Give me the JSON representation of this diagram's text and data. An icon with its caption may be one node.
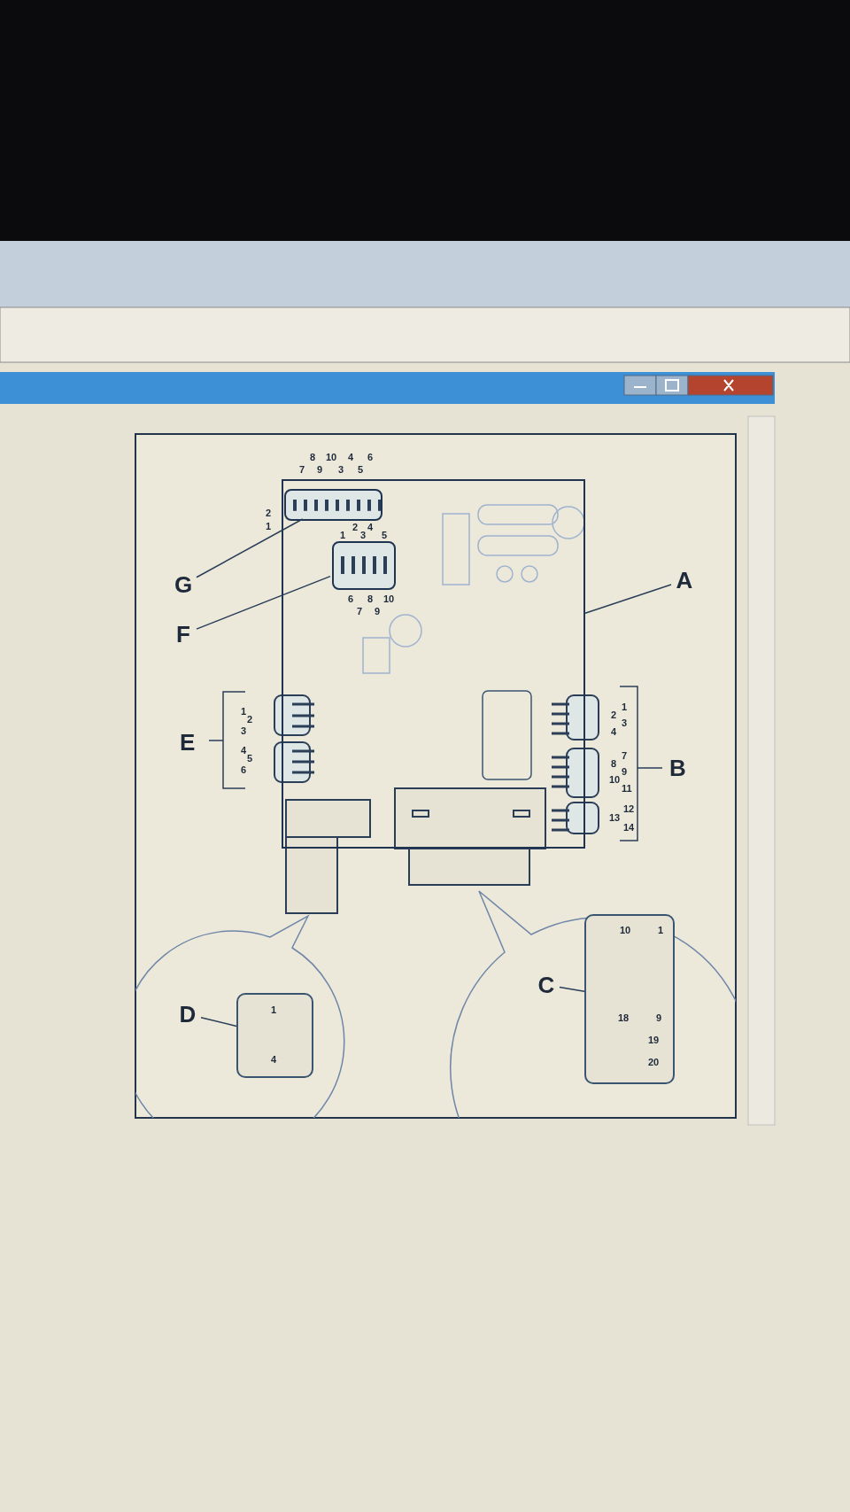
{
  "diagram": {
    "nodes": [
      {
        "text": [],
        "shape": "box"
      },
      {
        "text": [],
        "shape": "box",
        "in": 0
      },
      {
        "text": [],
        "shape": "box",
        "in": 0
      },
      {
        "text": [
          "G"
        ]
      },
      {
        "text": [
          "A"
        ]
      },
      {
        "text": [
          "F"
        ]
      },
      {
        "text": [],
        "shape": "box"
      },
      {
        "text": [],
        "shape": "box"
      },
      {
        "text": [
          "C"
        ]
      },
      {
        "text": [
          "D"
        ]
      }
    ],
    "edges": [
      {
        "from": 3,
        "to": 1,
        "arrow": "none"
      },
      {
        "from": 4,
        "to": 0,
        "arrow": "none"
      },
      {
        "from": 5,
        "to": 2,
        "arrow": "none"
      },
      {
        "from": 8,
        "to": 6,
        "arrow": "none"
      },
      {
        "from": 9,
        "to": 7,
        "arrow": "none"
      }
    ],
    "labels": [
      "8",
      "10",
      "4",
      "6",
      "7",
      "9",
      "3",
      "5",
      "2",
      "1",
      "2",
      "4",
      "1",
      "3",
      "5",
      "6",
      "8",
      "10",
      "7",
      "9",
      "E",
      "1",
      "2",
      "3",
      "4",
      "5",
      "6",
      "1",
      "2",
      "3",
      "4",
      "7",
      "8",
      "9",
      "10",
      "11",
      "12",
      "13",
      "14",
      "B",
      "10",
      "1",
      "18",
      "9",
      "19",
      "20",
      "1",
      "4"
    ]
  }
}
